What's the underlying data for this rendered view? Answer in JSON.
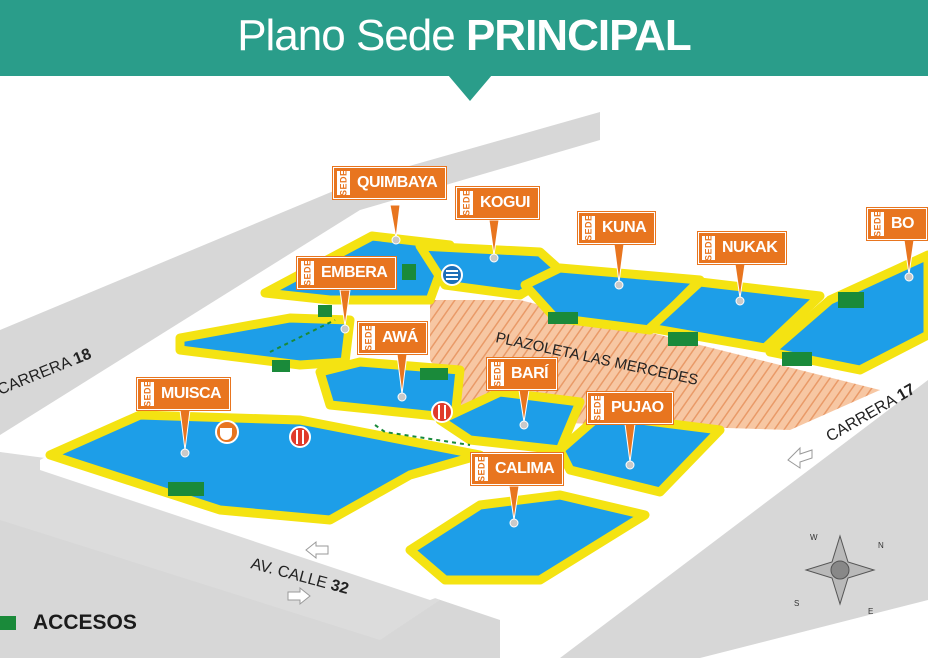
{
  "title": {
    "regular": "Plano Sede",
    "bold": "PRINCIPAL"
  },
  "colors": {
    "banner": "#2a9d8a",
    "sede_flag": "#e8751f",
    "building": "#1d9ee8",
    "border": "#f4e312",
    "access": "#1a8a3a",
    "plaza": "#f5b98d",
    "street": "#dcdcdc"
  },
  "buildings": [
    {
      "prefix": "SEDE",
      "name": "QUIMBAYA"
    },
    {
      "prefix": "SEDE",
      "name": "KOGUI"
    },
    {
      "prefix": "SEDE",
      "name": "KUNA"
    },
    {
      "prefix": "SEDE",
      "name": "NUKAK"
    },
    {
      "prefix": "SEDE",
      "name": "BO"
    },
    {
      "prefix": "SEDE",
      "name": "EMBERA"
    },
    {
      "prefix": "SEDE",
      "name": "AWÁ"
    },
    {
      "prefix": "SEDE",
      "name": "BARÍ"
    },
    {
      "prefix": "SEDE",
      "name": "PUJAO"
    },
    {
      "prefix": "SEDE",
      "name": "MUISCA"
    },
    {
      "prefix": "SEDE",
      "name": "CALIMA"
    }
  ],
  "streets": {
    "carrera_18": {
      "prefix": "CARRERA",
      "number": "18"
    },
    "carrera_17": {
      "prefix": "CARRERA",
      "number": "17"
    },
    "av_calle_32": {
      "prefix": "AV. CALLE",
      "number": "32"
    }
  },
  "plaza": "PLAZOLETA LAS MERCEDES",
  "compass": {
    "n": "N",
    "e": "E",
    "s": "S",
    "w": "W"
  },
  "icons": [
    "library-icon",
    "restaurant-icon",
    "restaurant-icon",
    "cafeteria-icon"
  ],
  "legend": {
    "label": "ACCESOS"
  }
}
